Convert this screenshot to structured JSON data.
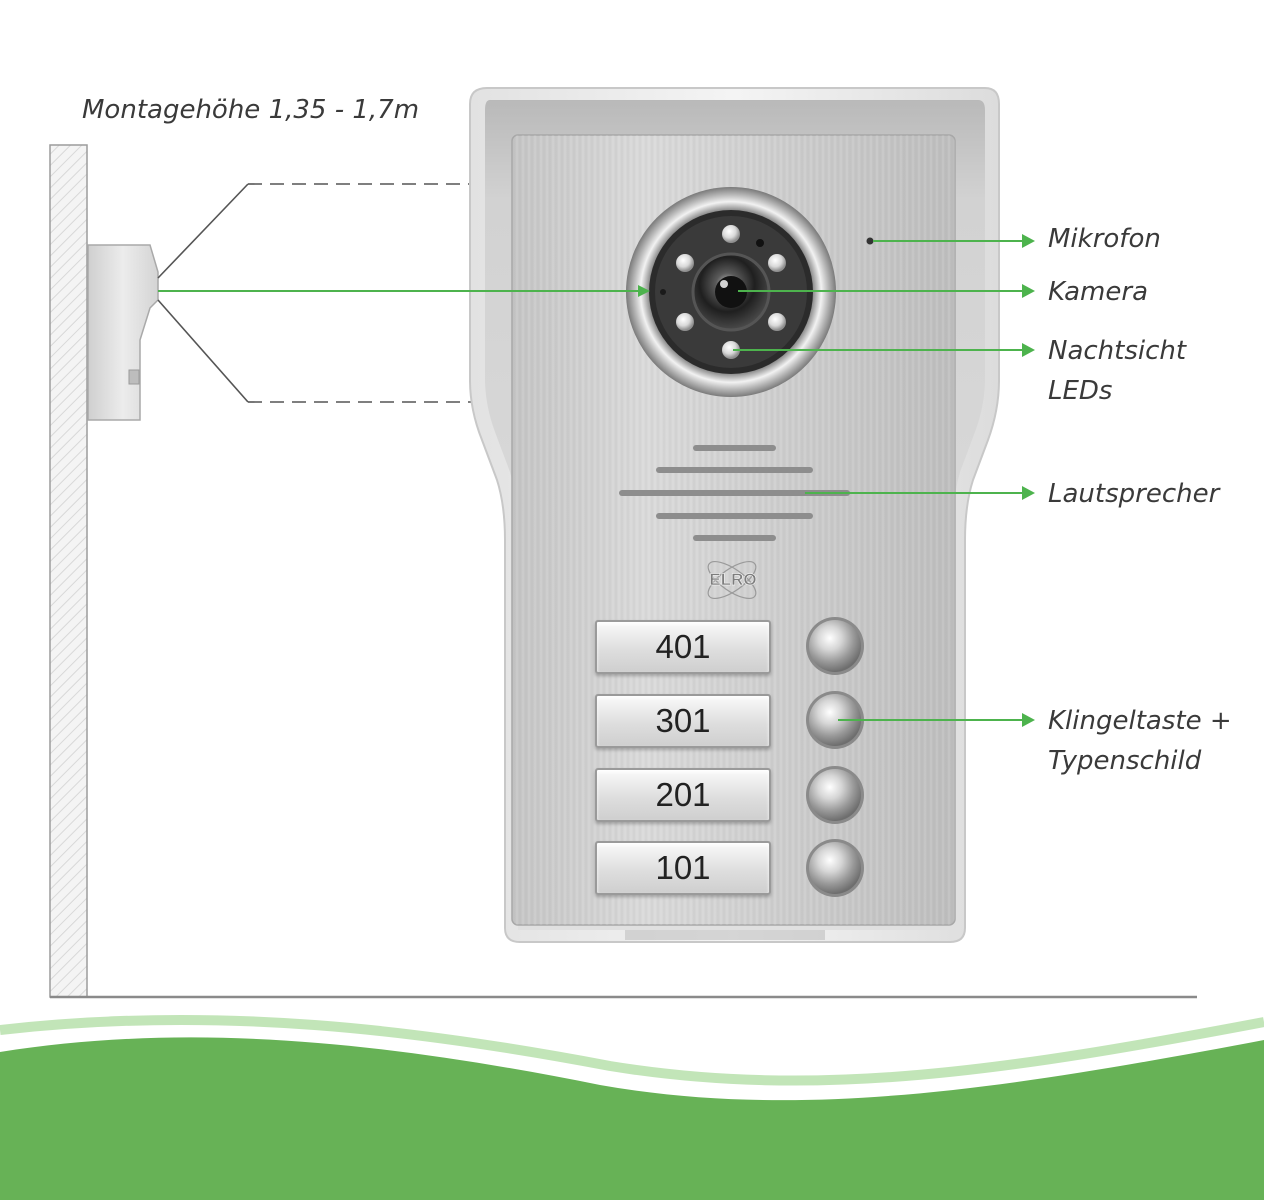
{
  "title": "Montagehöhe 1,35 - 1,7m",
  "callouts": {
    "mikrofon": "Mikrofon",
    "kamera": "Kamera",
    "nachtsicht_1": "Nachtsicht",
    "nachtsicht_2": "LEDs",
    "lautsprecher": "Lautsprecher",
    "klingel_1": "Klingeltaste +",
    "klingel_2": "Typenschild"
  },
  "brand": "ELRO",
  "nameplates": [
    "401",
    "301",
    "201",
    "101"
  ],
  "colors": {
    "accent_green": "#4db34d",
    "wave_green": "#67b256",
    "label_text": "#3a3a3a"
  }
}
